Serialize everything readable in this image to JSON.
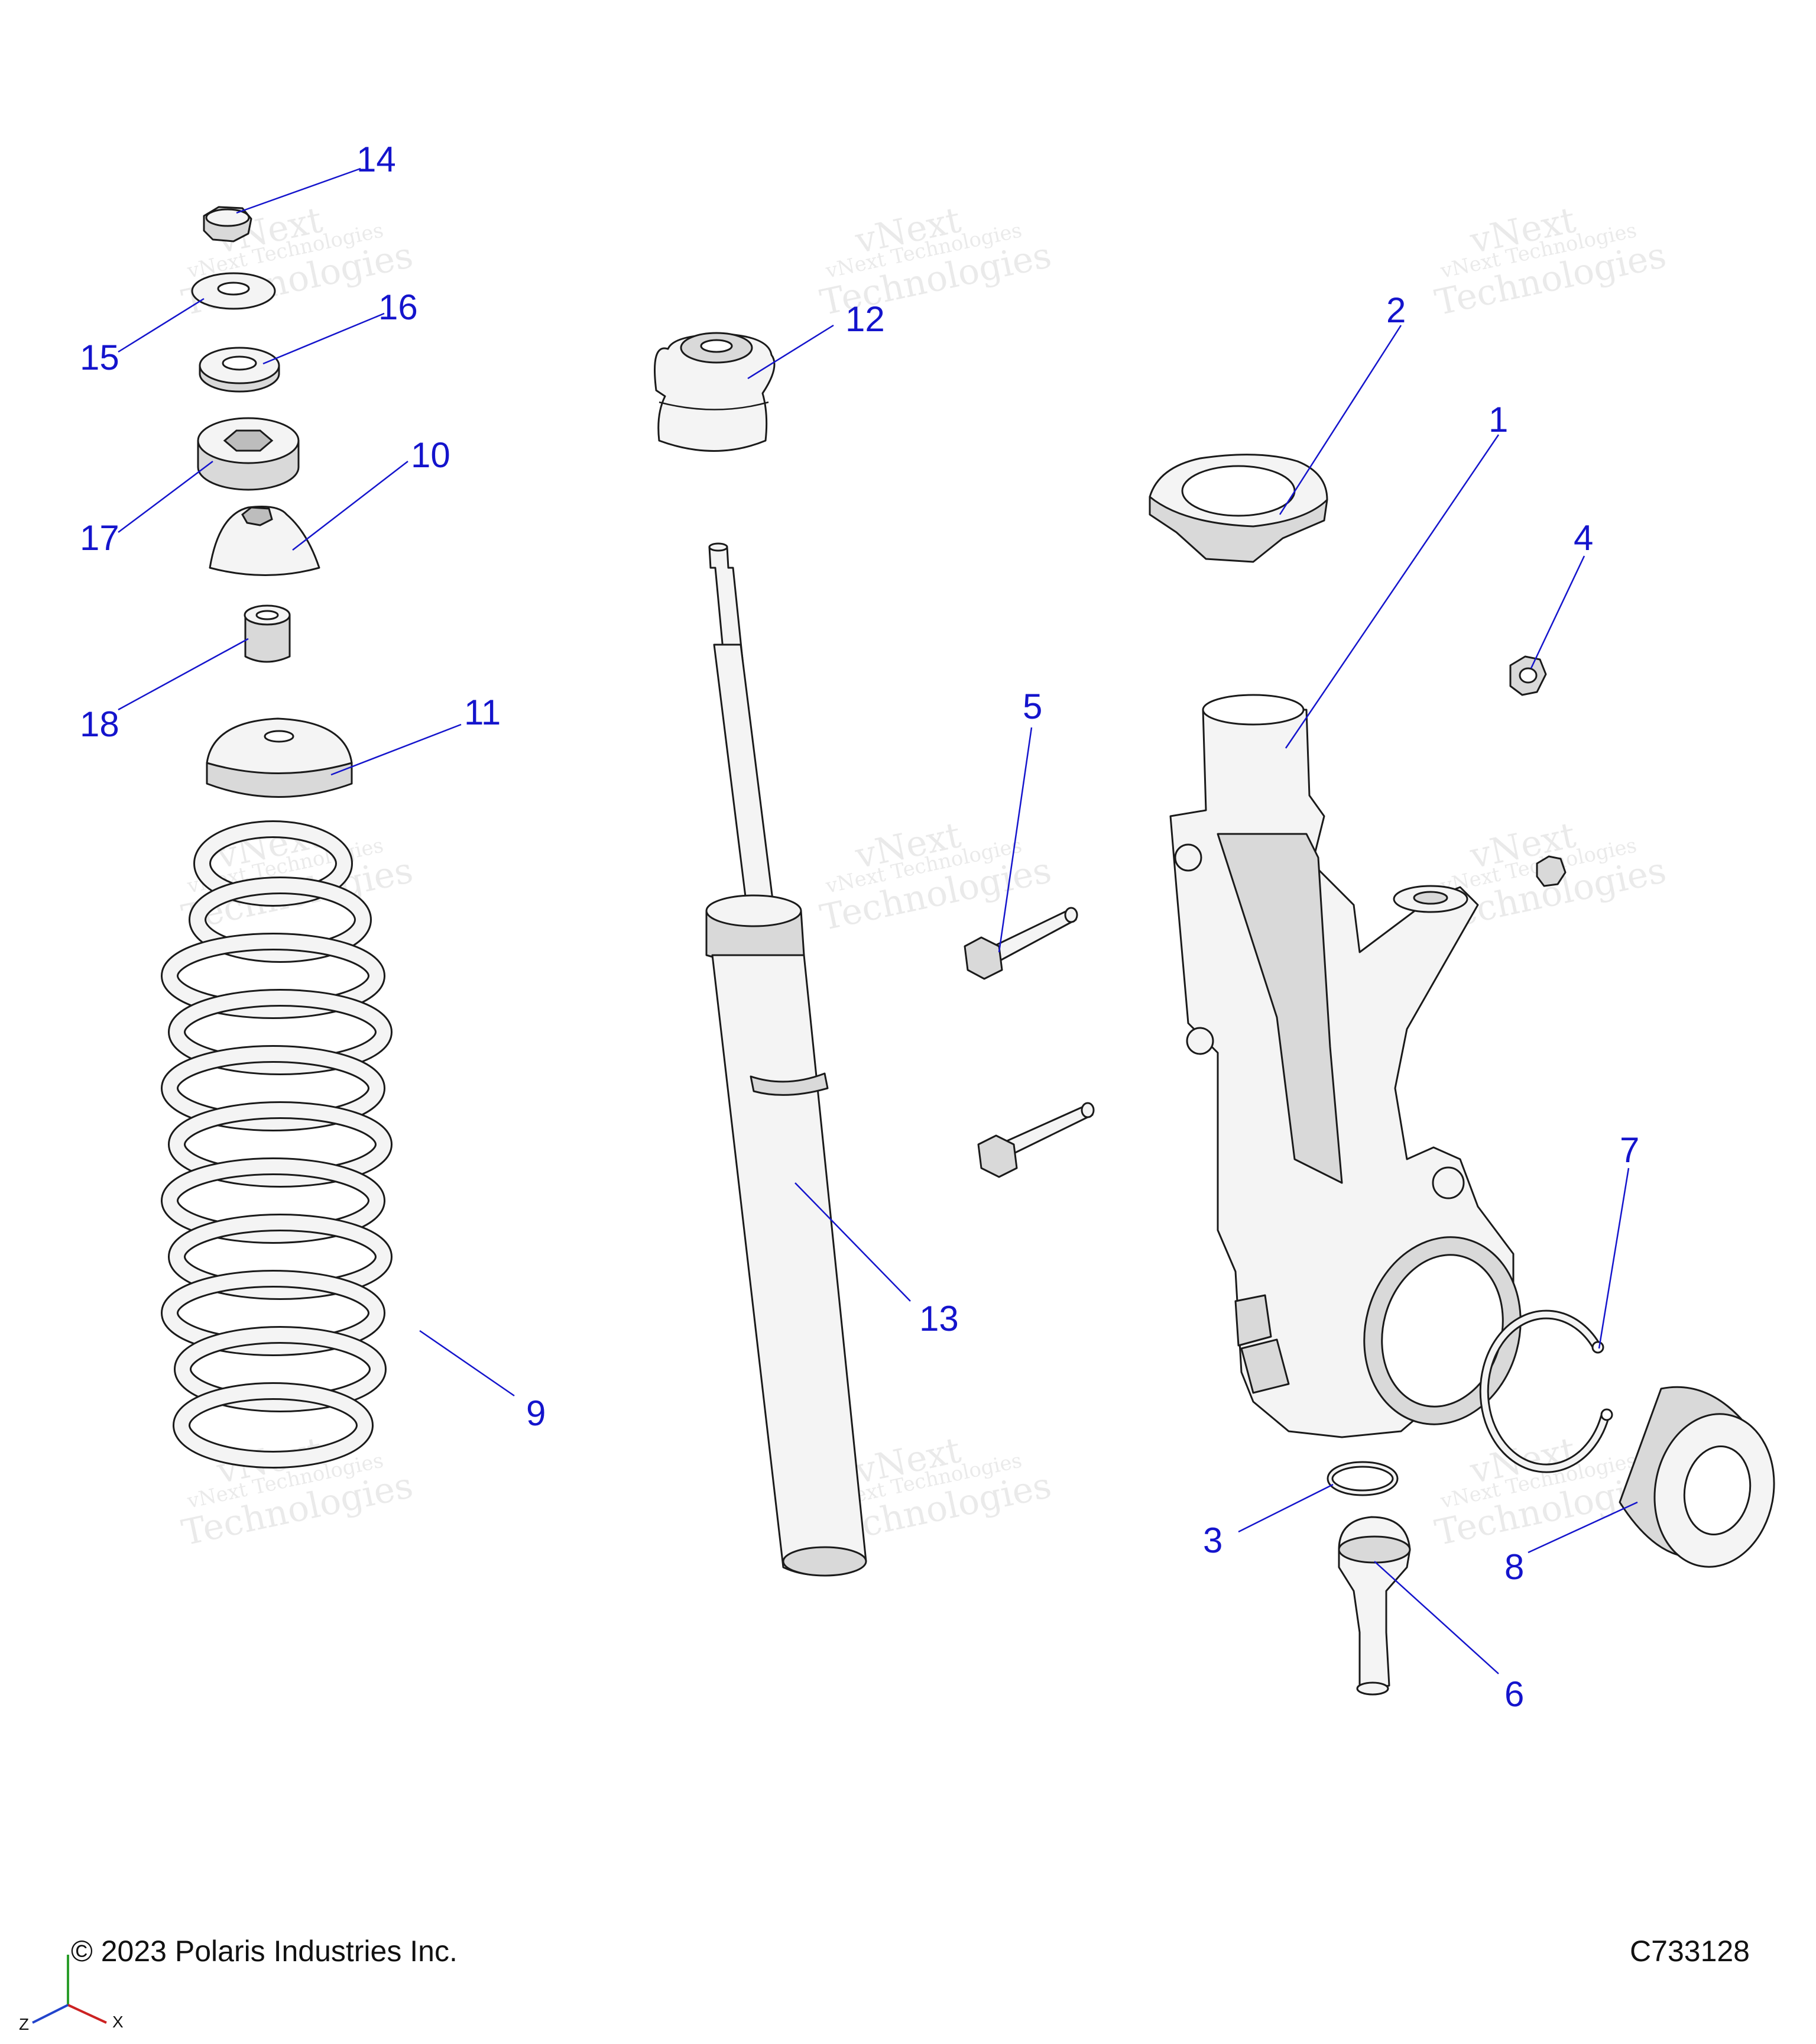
{
  "callouts": [
    "1",
    "2",
    "3",
    "4",
    "5",
    "6",
    "7",
    "8",
    "9",
    "10",
    "11",
    "12",
    "13",
    "14",
    "15",
    "16",
    "17",
    "18"
  ],
  "watermark": {
    "line1": "vNext Technologies",
    "line2": "vNext",
    "line3": "Technologies"
  },
  "footer": {
    "copyright": "© 2023 Polaris Industries Inc.",
    "drawing_number": "C733128"
  },
  "axis_triad": {
    "z": "Z",
    "x": "X"
  },
  "colors": {
    "callout": "#1414cc",
    "line_art": "#1a1a1a"
  }
}
